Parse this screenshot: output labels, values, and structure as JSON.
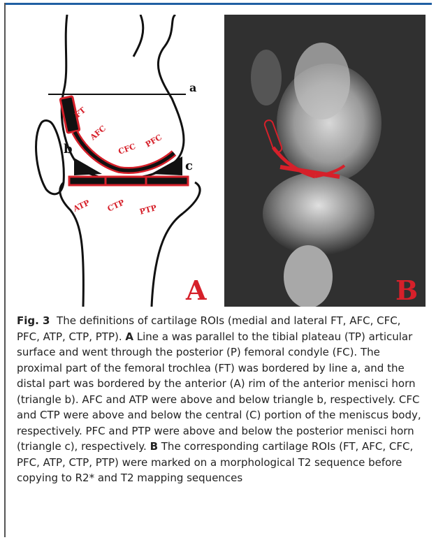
{
  "colors": {
    "accent_border": "#1f5fa3",
    "roi_red": "#d6202a",
    "cartilage_black": "#111111"
  },
  "panel_a": {
    "letter": "A",
    "line_label": "a",
    "triangle_labels": {
      "b": "b",
      "c": "c"
    },
    "roi_labels": {
      "FT": "FT",
      "AFC": "AFC",
      "CFC": "CFC",
      "PFC": "PFC",
      "ATP": "ATP",
      "CTP": "CTP",
      "PTP": "PTP"
    }
  },
  "panel_b": {
    "letter": "B"
  },
  "caption": {
    "figure_label": "Fig. 3",
    "intro": "The definitions of cartilage ROIs (medial and lateral FT, AFC, CFC, PFC, ATP, CTP, PTP). ",
    "a_label": "A",
    "a_text": " Line a was parallel to the tibial plateau (TP) articular surface and went through the posterior (P) femoral condyle (FC). The proximal part of the femoral trochlea (FT) was bordered by line a, and the distal part was bordered by the anterior (A) rim of the anterior menisci horn (triangle b). AFC and ATP were above and below triangle b, respectively. CFC and CTP were above and below the central (C) portion of the meniscus body, respectively. PFC and PTP were above and below the posterior menisci horn (triangle c), respectively. ",
    "b_label": "B",
    "b_text": " The corresponding cartilage ROIs (FT, AFC, CFC, PFC, ATP, CTP, PTP) were marked on a morphological T2 sequence before copying to R2* and T2 mapping sequences"
  }
}
